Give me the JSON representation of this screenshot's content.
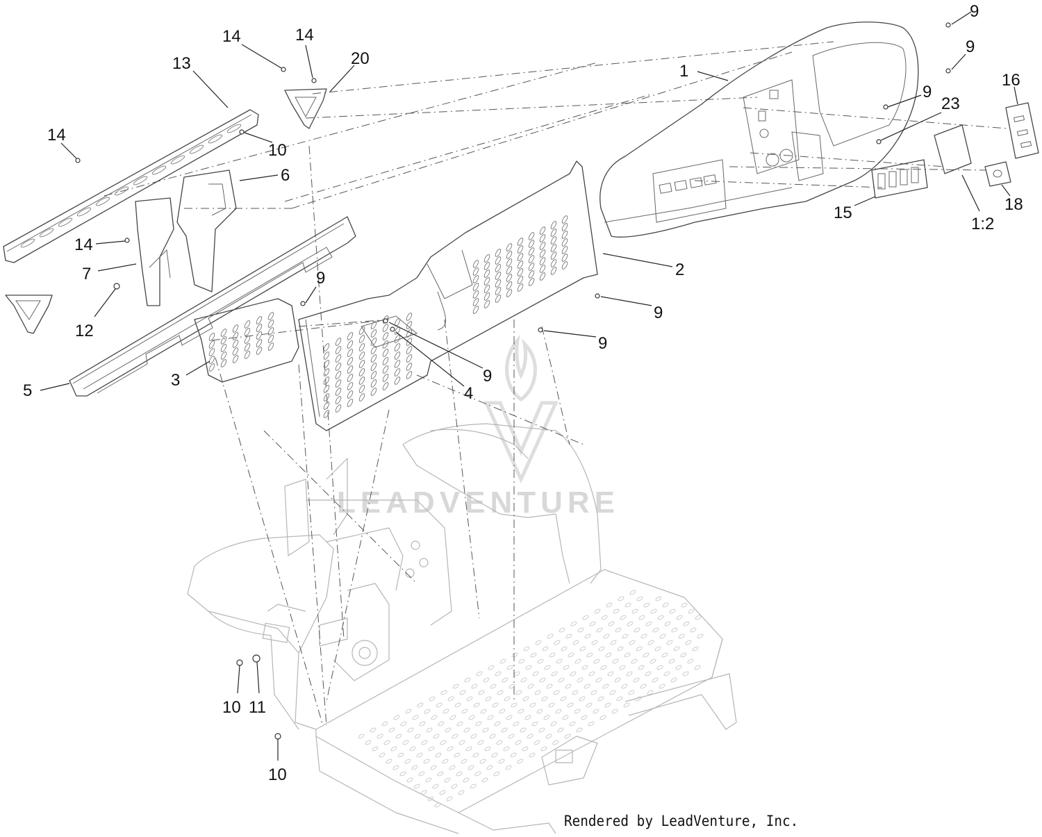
{
  "watermark": {
    "text": "LEADVENTURE"
  },
  "credit": "Rendered by LeadVenture, Inc.",
  "callouts": [
    {
      "id": "c1",
      "label": "1"
    },
    {
      "id": "c2",
      "label": "2"
    },
    {
      "id": "c3",
      "label": "3"
    },
    {
      "id": "c4",
      "label": "4"
    },
    {
      "id": "c5",
      "label": "5"
    },
    {
      "id": "c6",
      "label": "6"
    },
    {
      "id": "c7",
      "label": "7"
    },
    {
      "id": "c9a",
      "label": "9"
    },
    {
      "id": "c9b",
      "label": "9"
    },
    {
      "id": "c9c",
      "label": "9"
    },
    {
      "id": "c9d",
      "label": "9"
    },
    {
      "id": "c9e",
      "label": "9"
    },
    {
      "id": "c9f",
      "label": "9"
    },
    {
      "id": "c9g",
      "label": "9"
    },
    {
      "id": "c10a",
      "label": "10"
    },
    {
      "id": "c10b",
      "label": "10"
    },
    {
      "id": "c10c",
      "label": "10"
    },
    {
      "id": "c11",
      "label": "11"
    },
    {
      "id": "c12",
      "label": "12"
    },
    {
      "id": "c13",
      "label": "13"
    },
    {
      "id": "c14a",
      "label": "14"
    },
    {
      "id": "c14b",
      "label": "14"
    },
    {
      "id": "c14c",
      "label": "14"
    },
    {
      "id": "c14d",
      "label": "14"
    },
    {
      "id": "c15",
      "label": "15"
    },
    {
      "id": "c16",
      "label": "16"
    },
    {
      "id": "c18",
      "label": "18"
    },
    {
      "id": "c20",
      "label": "20"
    },
    {
      "id": "c23",
      "label": "23"
    },
    {
      "id": "c1-2",
      "label": "1:2"
    }
  ]
}
